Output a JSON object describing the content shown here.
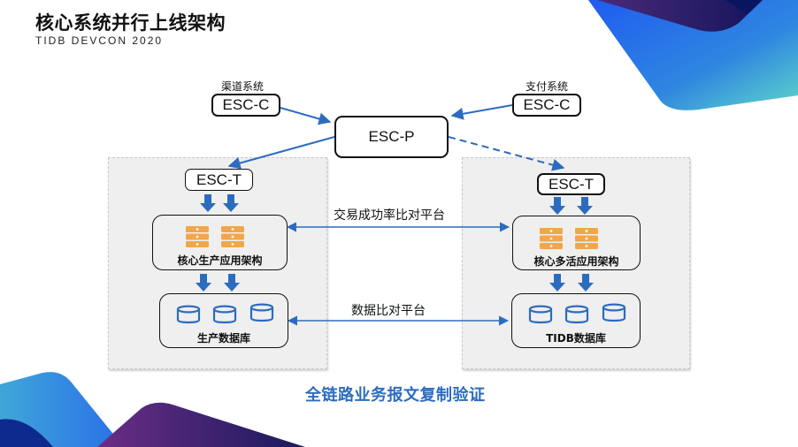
{
  "header": {
    "title": "核心系统并行上线架构",
    "subtitle": "TIDB DEVCON 2020"
  },
  "colors": {
    "accent_blue": "#2c6cbf",
    "server_orange": "#f2a64a",
    "panel_gray": "#efefef"
  },
  "sources": [
    {
      "caption": "渠道系统",
      "label": "ESC-C"
    },
    {
      "caption": "支付系统",
      "label": "ESC-C"
    }
  ],
  "hub": {
    "label": "ESC-P"
  },
  "left_side": {
    "gateway": "ESC-T",
    "app_group": {
      "label": "核心生产应用架构",
      "icon": "server-icon",
      "icon_count": 2
    },
    "db_group": {
      "label": "生产数据库",
      "icon": "database-icon",
      "icon_count": 3
    }
  },
  "right_side": {
    "gateway": "ESC-T",
    "app_group": {
      "label": "核心多活应用架构",
      "icon": "server-icon",
      "icon_count": 2
    },
    "db_group": {
      "label": "TIDB数据库",
      "icon": "database-icon",
      "icon_count": 3
    }
  },
  "links": {
    "app_compare": "交易成功率比对平台",
    "data_compare": "数据比对平台"
  },
  "footer": "全链路业务报文复制验证"
}
